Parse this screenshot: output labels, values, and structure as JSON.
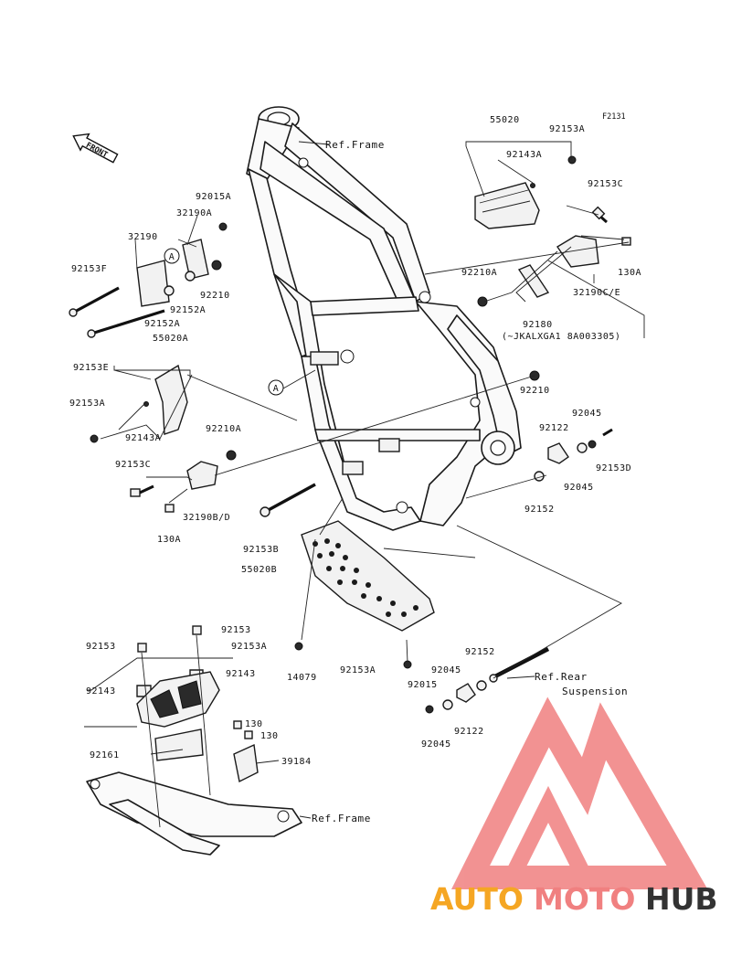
{
  "figure_code": "F2131",
  "front_label": "FRONT",
  "labels": [
    {
      "id": "l1",
      "text": "55020"
    },
    {
      "id": "l2",
      "text": "92153A"
    },
    {
      "id": "l3",
      "text": "92143A"
    },
    {
      "id": "l4",
      "text": "92153C"
    },
    {
      "id": "l5",
      "text": "130A"
    },
    {
      "id": "l6",
      "text": "32190C/E"
    },
    {
      "id": "l7",
      "text": "92210A"
    },
    {
      "id": "l8",
      "text": "92180"
    },
    {
      "id": "l9",
      "text": "(~JKALXGA1 8A003305)"
    },
    {
      "id": "l10",
      "text": "92015A"
    },
    {
      "id": "l11",
      "text": "32190A"
    },
    {
      "id": "l12",
      "text": "32190"
    },
    {
      "id": "l13",
      "text": "92153F"
    },
    {
      "id": "l14",
      "text": "92210"
    },
    {
      "id": "l15",
      "text": "92152A"
    },
    {
      "id": "l16",
      "text": "92152A"
    },
    {
      "id": "l17",
      "text": "92153E"
    },
    {
      "id": "l18",
      "text": "55020A"
    },
    {
      "id": "l19",
      "text": "92153A"
    },
    {
      "id": "l20",
      "text": "92143A"
    },
    {
      "id": "l21",
      "text": "92210A"
    },
    {
      "id": "l22",
      "text": "92153C"
    },
    {
      "id": "l23",
      "text": "32190B/D"
    },
    {
      "id": "l24",
      "text": "130A"
    },
    {
      "id": "l25",
      "text": "92210"
    },
    {
      "id": "l26",
      "text": "92045"
    },
    {
      "id": "l27",
      "text": "92122"
    },
    {
      "id": "l28",
      "text": "92153D"
    },
    {
      "id": "l29",
      "text": "92045"
    },
    {
      "id": "l30",
      "text": "92152"
    },
    {
      "id": "l31",
      "text": "92153B"
    },
    {
      "id": "l32",
      "text": "55020B"
    },
    {
      "id": "l33",
      "text": "92153"
    },
    {
      "id": "l34",
      "text": "92153A"
    },
    {
      "id": "l35",
      "text": "92153"
    },
    {
      "id": "l36",
      "text": "92143"
    },
    {
      "id": "l37",
      "text": "92143"
    },
    {
      "id": "l38",
      "text": "14079"
    },
    {
      "id": "l39",
      "text": "92153A"
    },
    {
      "id": "l40",
      "text": "92045"
    },
    {
      "id": "l41",
      "text": "92152"
    },
    {
      "id": "l42",
      "text": "92015"
    },
    {
      "id": "l43",
      "text": "92122"
    },
    {
      "id": "l44",
      "text": "92045"
    },
    {
      "id": "l45",
      "text": "130"
    },
    {
      "id": "l46",
      "text": "130"
    },
    {
      "id": "l47",
      "text": "92161"
    },
    {
      "id": "l48",
      "text": "39184"
    }
  ],
  "refs": [
    {
      "id": "r1",
      "text": "Ref.Frame"
    },
    {
      "id": "r2",
      "text": "Ref.Rear"
    },
    {
      "id": "r3",
      "text": "Suspension"
    },
    {
      "id": "r4",
      "text": "Ref.Frame"
    }
  ],
  "callouts": [
    "A",
    "A"
  ],
  "watermark": {
    "part1": "AUTO",
    "part2": "MOTO",
    "part3": "HUB",
    "color1": "#f5a623",
    "color2": "#f08080",
    "color3": "#333333",
    "logo_color": "#f08080"
  }
}
